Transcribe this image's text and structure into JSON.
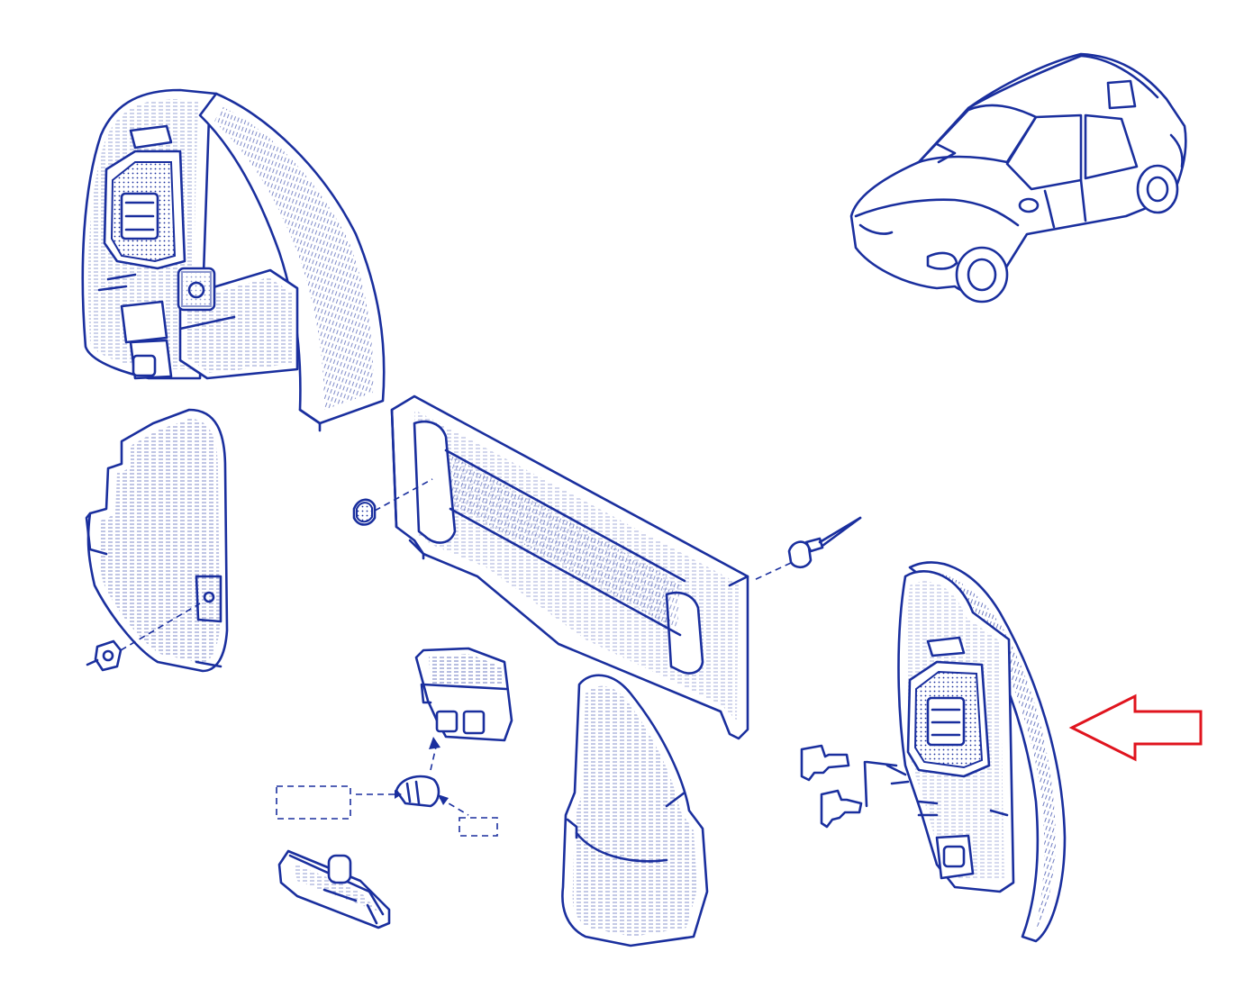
{
  "diagram": {
    "line_color": "#1a2f9e",
    "marker_color": "#e0141e",
    "background": "#ffffff",
    "parts": [
      {
        "id": "upper-lamp-assembly"
      },
      {
        "id": "inner-lamp-cover"
      },
      {
        "id": "license-plate-panel"
      },
      {
        "id": "panel-clip"
      },
      {
        "id": "panel-rivet"
      },
      {
        "id": "cover-nut"
      },
      {
        "id": "plate-light-housing"
      },
      {
        "id": "bulb"
      },
      {
        "id": "bulb-socket"
      },
      {
        "id": "lower-cover"
      },
      {
        "id": "rear-lamp-assembly"
      },
      {
        "id": "wing-screws"
      },
      {
        "id": "car-illustration"
      }
    ],
    "highlight": {
      "target": "rear-lamp-assembly",
      "marker": "outline-arrow-left"
    }
  }
}
